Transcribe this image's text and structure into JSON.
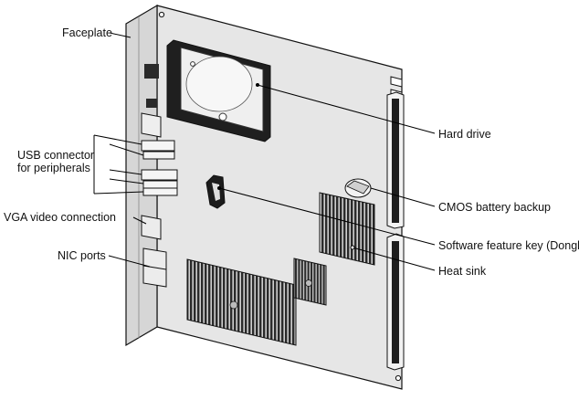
{
  "labels": {
    "faceplate": "Faceplate",
    "usb_line1": "USB connector",
    "usb_line2": "for peripherals",
    "vga": "VGA video connection",
    "nic": "NIC ports",
    "hard_drive": "Hard drive",
    "cmos": "CMOS battery backup",
    "dongle": "Software feature key (Dongle)",
    "heat_sink": "Heat sink"
  },
  "colors": {
    "board_fill": "#e6e6e6",
    "faceplate_fill": "#d9d9d9",
    "heatsink_dark": "#3a3a3a",
    "outline": "#111111"
  }
}
